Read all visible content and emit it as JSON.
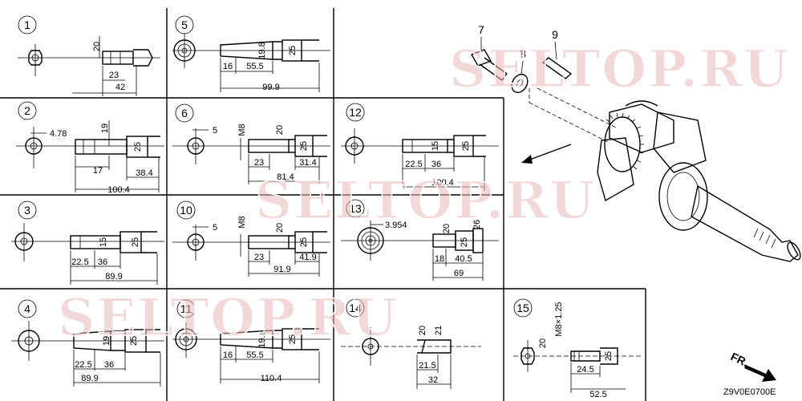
{
  "watermark": "SELTOP.RU",
  "figure_code": "Z9V0E0700E",
  "fr_label": "FR.",
  "part_labels": [
    "7",
    "8",
    "9"
  ],
  "panels": [
    {
      "id": "1",
      "dims": [
        "20",
        "23",
        "42"
      ]
    },
    {
      "id": "2",
      "dims": [
        "4.78",
        "19",
        "25",
        "17",
        "38.4",
        "100.4"
      ]
    },
    {
      "id": "3",
      "dims": [
        "15",
        "25",
        "22.5",
        "36",
        "89.9"
      ]
    },
    {
      "id": "4",
      "dims": [
        "19",
        "25",
        "22.5",
        "36",
        "89.9"
      ]
    },
    {
      "id": "5",
      "dims": [
        "19.8",
        "25",
        "16",
        "55.5",
        "99.9"
      ]
    },
    {
      "id": "6",
      "dims": [
        "5",
        "M8",
        "20",
        "25",
        "23",
        "31.4",
        "81.4"
      ]
    },
    {
      "id": "10",
      "dims": [
        "5",
        "M8",
        "20",
        "25",
        "23",
        "41.9",
        "91.9"
      ]
    },
    {
      "id": "11",
      "dims": [
        "19.8",
        "25",
        "16",
        "55.5",
        "110.4"
      ]
    },
    {
      "id": "12",
      "dims": [
        "15",
        "25",
        "22.5",
        "36",
        "100.4"
      ]
    },
    {
      "id": "13",
      "dims": [
        "3.954",
        "20",
        "26",
        "25",
        "18",
        "40.5",
        "69"
      ]
    },
    {
      "id": "14",
      "dims": [
        "20",
        "21",
        "21.5",
        "32"
      ]
    },
    {
      "id": "15",
      "dims": [
        "M8×1.25",
        "20",
        "25",
        "24.5",
        "52.5"
      ]
    }
  ]
}
